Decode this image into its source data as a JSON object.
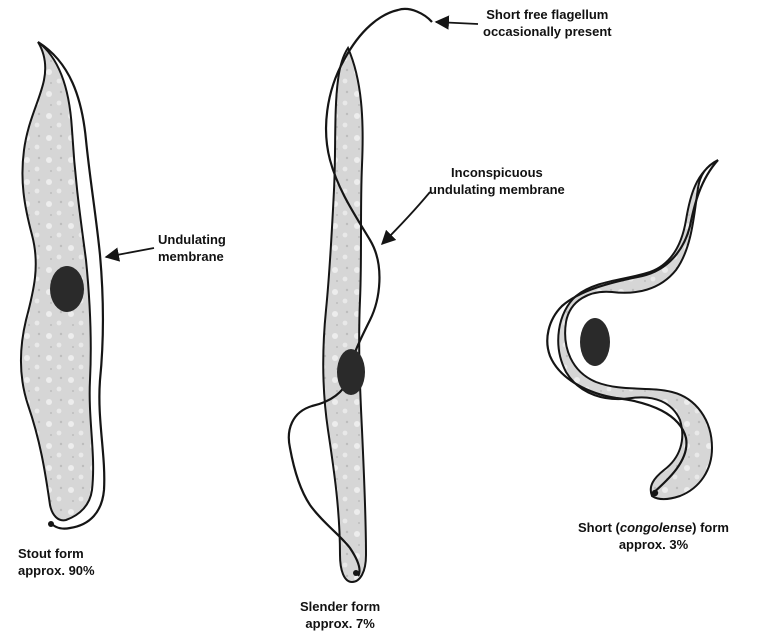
{
  "labels": {
    "stout_membrane": [
      "Undulating",
      "membrane"
    ],
    "free_flagellum": [
      "Short free flagellum",
      "occasionally present"
    ],
    "inconspicuous_membrane": [
      "Inconspicuous",
      "undulating membrane"
    ],
    "stout_form": [
      "Stout form",
      "approx. 90%"
    ],
    "slender_form": [
      "Slender form",
      "approx. 7%"
    ],
    "short_form": {
      "prefix": "Short (",
      "italic": "congolense",
      "suffix": ") form",
      "percent": "approx. 3%"
    }
  },
  "colors": {
    "body_fill": "#d6d6d6",
    "outline": "#151515",
    "nucleus": "#2a2a2a",
    "speckle": "#f2f2f2"
  }
}
